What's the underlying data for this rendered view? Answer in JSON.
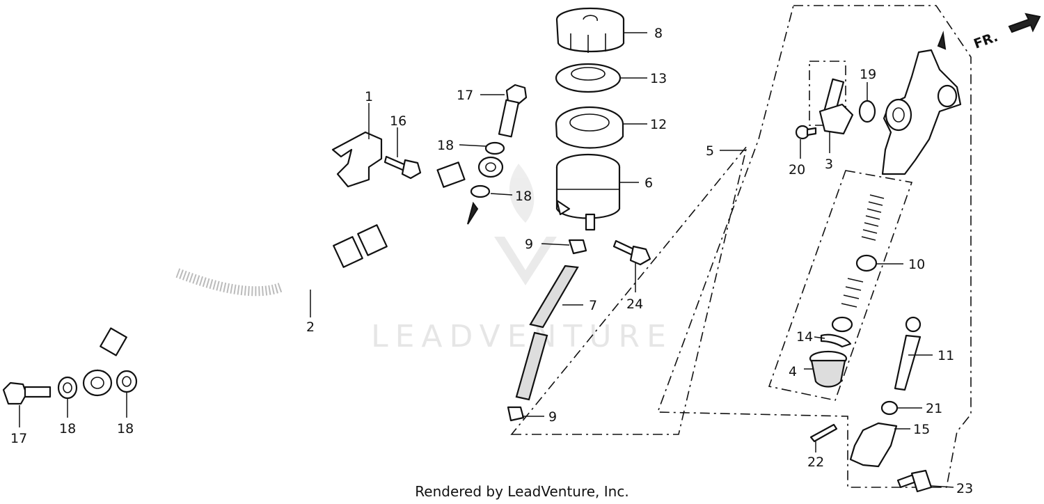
{
  "watermark": {
    "brand": "LEADVENTURE"
  },
  "direction_label": "FR.",
  "callouts": {
    "c1": "1",
    "c2": "2",
    "c3": "3",
    "c4": "4",
    "c5": "5",
    "c6": "6",
    "c7": "7",
    "c8": "8",
    "c9a": "9",
    "c9b": "9",
    "c10": "10",
    "c11": "11",
    "c12": "12",
    "c13": "13",
    "c14": "14",
    "c15": "15",
    "c16": "16",
    "c17a": "17",
    "c17b": "17",
    "c18a": "18",
    "c18b": "18",
    "c18c": "18",
    "c18d": "18",
    "c19": "19",
    "c20": "20",
    "c21": "21",
    "c22": "22",
    "c23": "23",
    "c24": "24"
  },
  "footer": {
    "credit": "Rendered by LeadVenture, Inc."
  }
}
